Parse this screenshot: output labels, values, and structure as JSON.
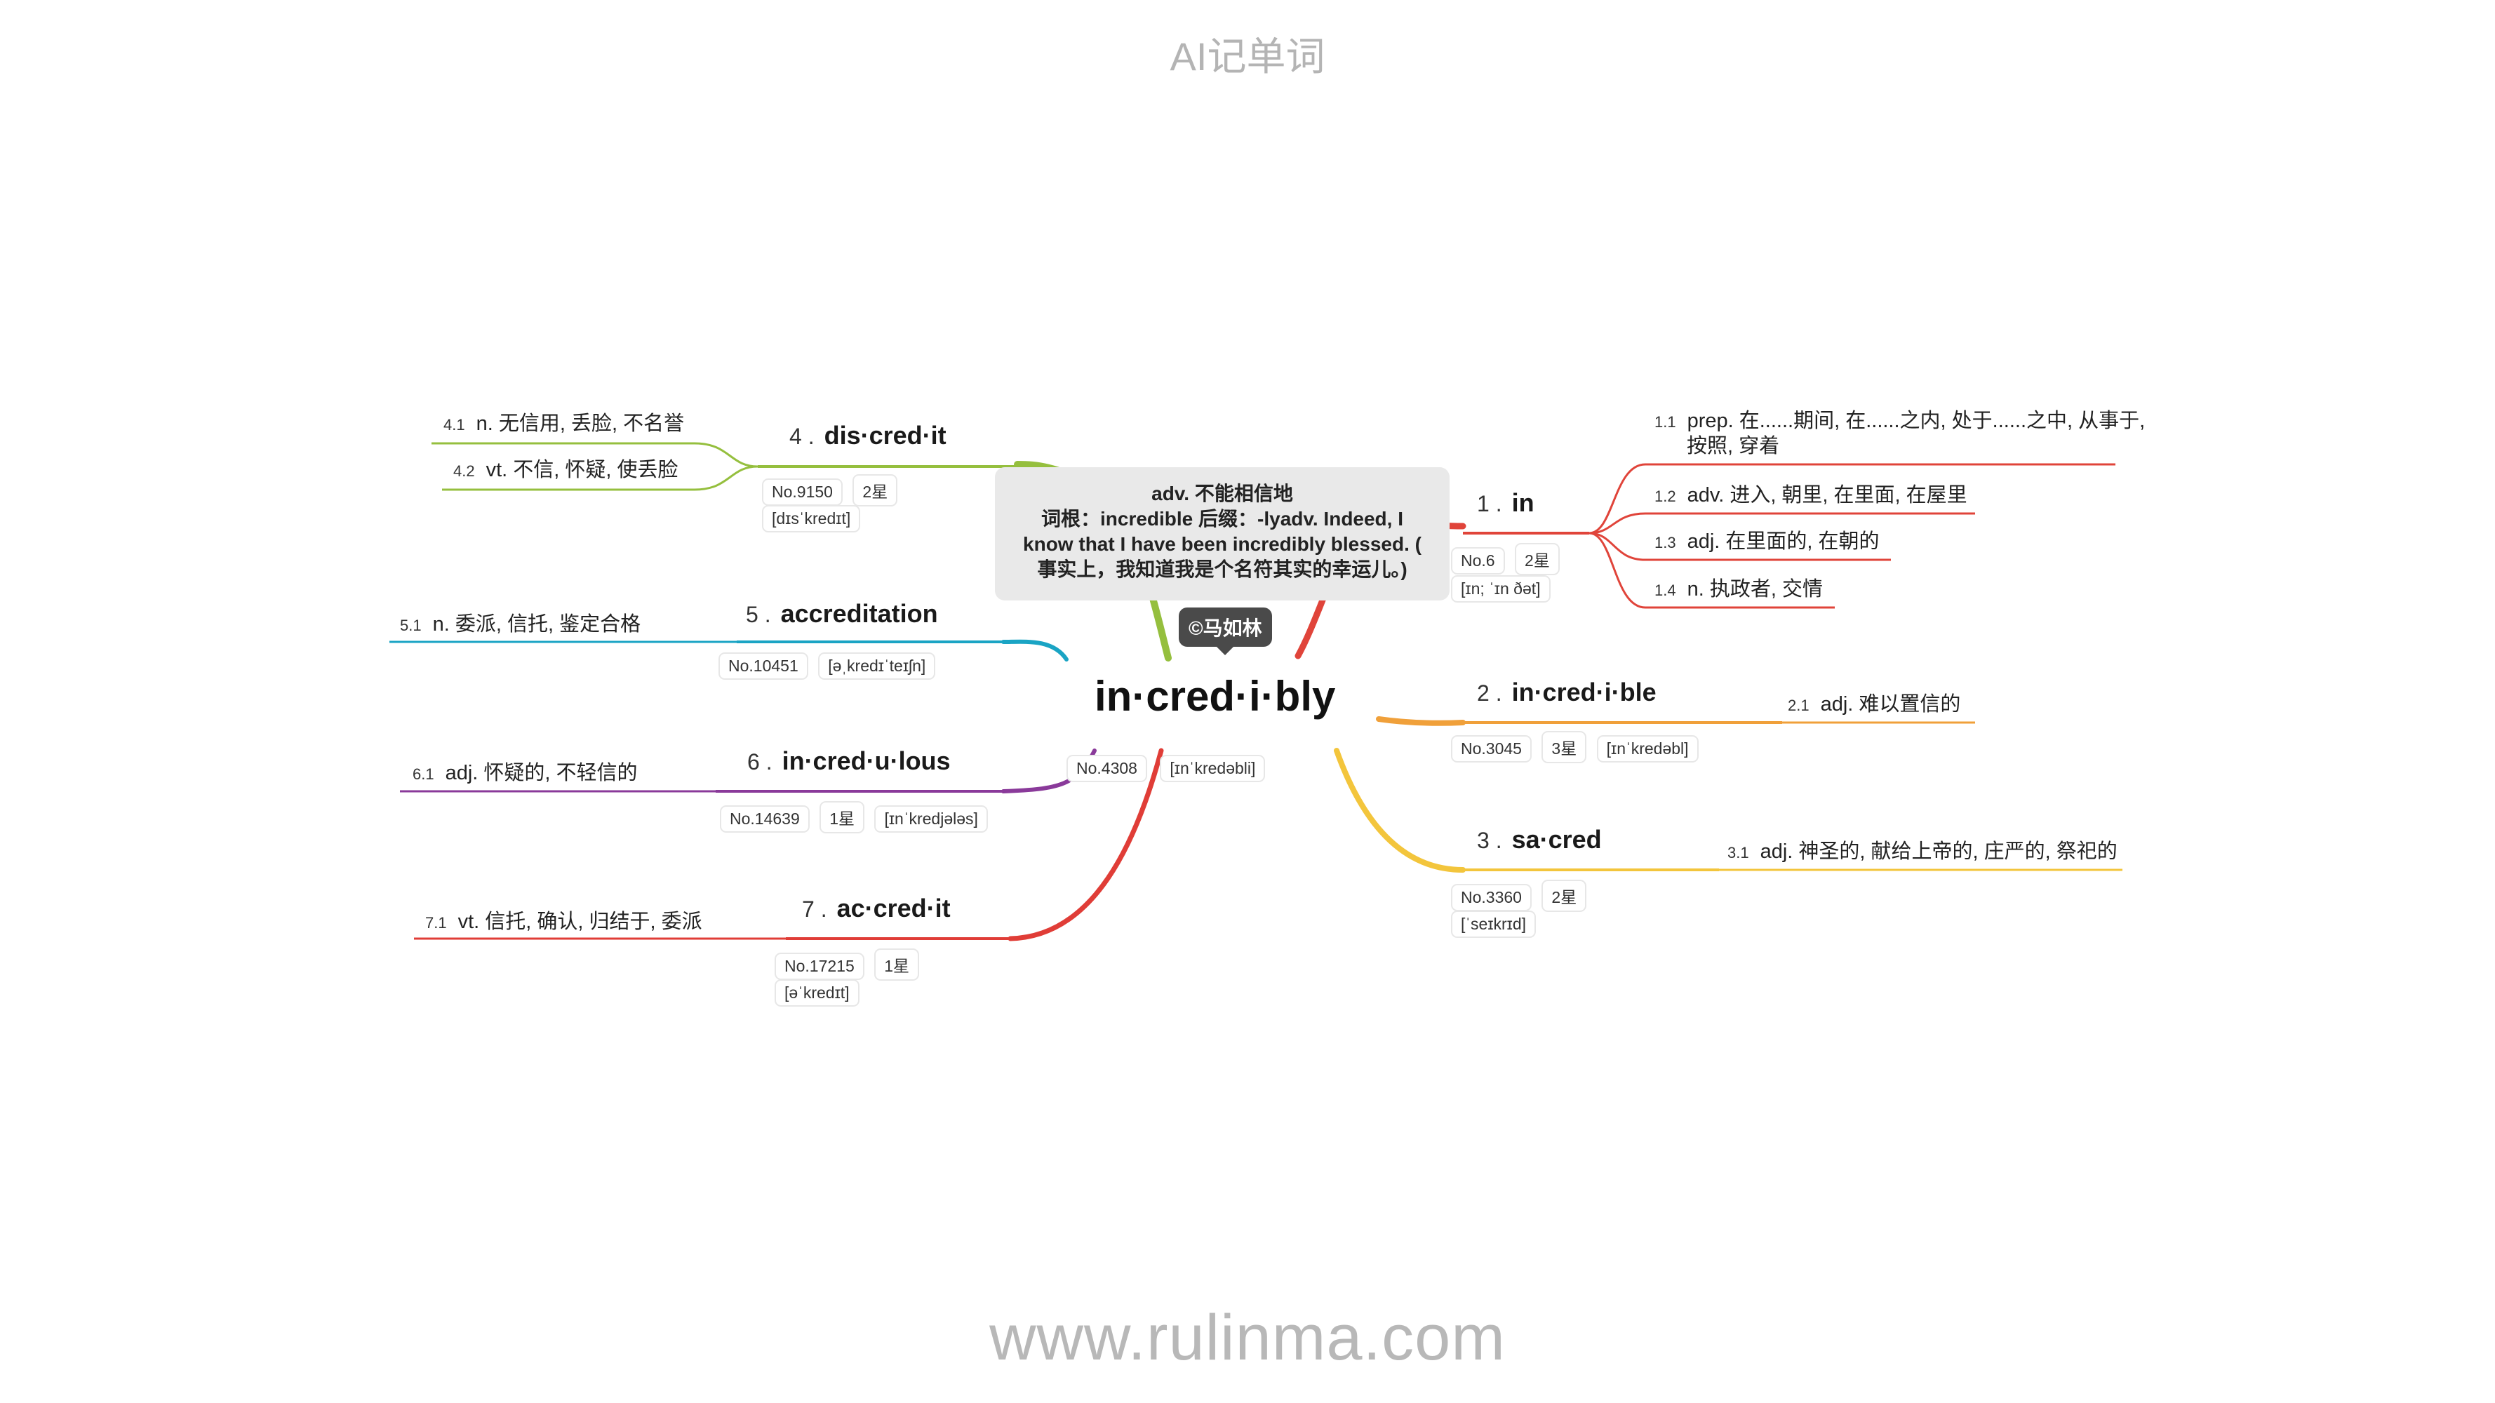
{
  "app_title": "AI记单词",
  "footer_url": "www.rulinma.com",
  "badge": "©马如林",
  "central": {
    "word": "in·cred·i·bly",
    "number": "No.4308",
    "phonetic": "[ɪnˈkredəbli]",
    "tooltip": {
      "line1": "adv. 不能相信地",
      "line2": "词根：incredible 后缀：-lyadv. Indeed, I",
      "line3": "know that I have been incredibly blessed. (",
      "line4": "事实上，我知道我是个名符其实的幸运儿。)"
    }
  },
  "branches": [
    {
      "num": "1 .",
      "word": "in",
      "color": "#e0443a",
      "tags": [
        "No.6",
        "2星",
        "[ɪn; ˈɪn ðət]"
      ],
      "subs": [
        {
          "num": "1.1",
          "text": "prep. 在......期间, 在......之内, 处于......之中, 从事于,",
          "text2": "按照, 穿着"
        },
        {
          "num": "1.2",
          "text": "adv. 进入, 朝里, 在里面, 在屋里"
        },
        {
          "num": "1.3",
          "text": "adj. 在里面的, 在朝的"
        },
        {
          "num": "1.4",
          "text": "n. 执政者, 交情"
        }
      ]
    },
    {
      "num": "2 .",
      "word": "in·cred·i·ble",
      "color": "#f0a03a",
      "tags": [
        "No.3045",
        "3星",
        "[ɪnˈkredəbl]"
      ],
      "subs": [
        {
          "num": "2.1",
          "text": "adj. 难以置信的"
        }
      ]
    },
    {
      "num": "3 .",
      "word": "sa·cred",
      "color": "#f3c53c",
      "tags": [
        "No.3360",
        "2星",
        "[ˈseɪkrɪd]"
      ],
      "subs": [
        {
          "num": "3.1",
          "text": "adj. 神圣的, 献给上帝的, 庄严的, 祭祀的"
        }
      ]
    },
    {
      "num": "4 .",
      "word": "dis·cred·it",
      "color": "#95bf3e",
      "tags": [
        "No.9150",
        "2星",
        "[dɪsˈkredɪt]"
      ],
      "subs": [
        {
          "num": "4.1",
          "text": "n. 无信用, 丢脸, 不名誉"
        },
        {
          "num": "4.2",
          "text": "vt. 不信, 怀疑, 使丢脸"
        }
      ]
    },
    {
      "num": "5 .",
      "word": "accreditation",
      "color": "#1aa4c4",
      "tags": [
        "No.10451",
        "[əˌkredɪˈteɪʃn]"
      ],
      "subs": [
        {
          "num": "5.1",
          "text": "n. 委派, 信托, 鉴定合格"
        }
      ]
    },
    {
      "num": "6 .",
      "word": "in·cred·u·lous",
      "color": "#8a3a9a",
      "tags": [
        "No.14639",
        "1星",
        "[ɪnˈkredjələs]"
      ],
      "subs": [
        {
          "num": "6.1",
          "text": "adj. 怀疑的, 不轻信的"
        }
      ]
    },
    {
      "num": "7 .",
      "word": "ac·cred·it",
      "color": "#e03d37",
      "tags": [
        "No.17215",
        "1星",
        "[əˈkredɪt]"
      ],
      "subs": [
        {
          "num": "7.1",
          "text": "vt. 信托, 确认, 归结于, 委派"
        }
      ]
    }
  ]
}
